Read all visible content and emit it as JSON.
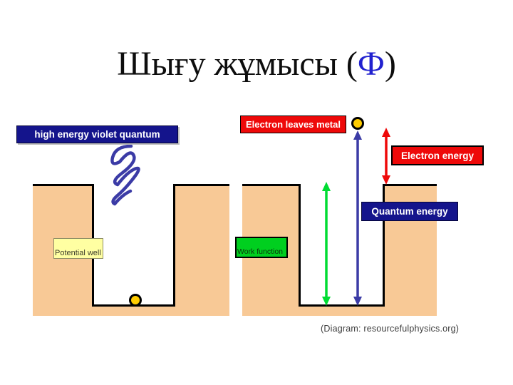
{
  "title": {
    "pre": "Шығу жұмысы (",
    "phi": "Ф",
    "post": ")"
  },
  "labels": {
    "high_energy": "high energy violet quantum",
    "electron_leaves": "Electron leaves metal",
    "electron_energy": "Electron energy",
    "quantum_energy": "Quantum energy",
    "potential_well": "Potential well",
    "work_function": "Work function"
  },
  "credit": "(Diagram: resourcefulphysics.org)",
  "icons": {
    "photon": "photon-squiggle-icon",
    "electron_in_well": "electron-dot-icon",
    "electron_escaped": "electron-dot-icon",
    "quantum_energy_arrow": "double-arrow-vertical",
    "work_function_arrow": "double-arrow-vertical",
    "electron_energy_arrow": "double-arrow-vertical"
  },
  "colors": {
    "peach_metal": "#f8c996",
    "navy_box": "#14148c",
    "red_box": "#ee0909",
    "green_box": "#00cf1f",
    "green_arrow": "#00dc32",
    "indigo_arrow": "#3b3ba6",
    "pale_yellow_box": "#ffffa2",
    "electron_yellow": "#ffcc00",
    "phi_blue": "#2121cf",
    "background": "#ffffff"
  }
}
